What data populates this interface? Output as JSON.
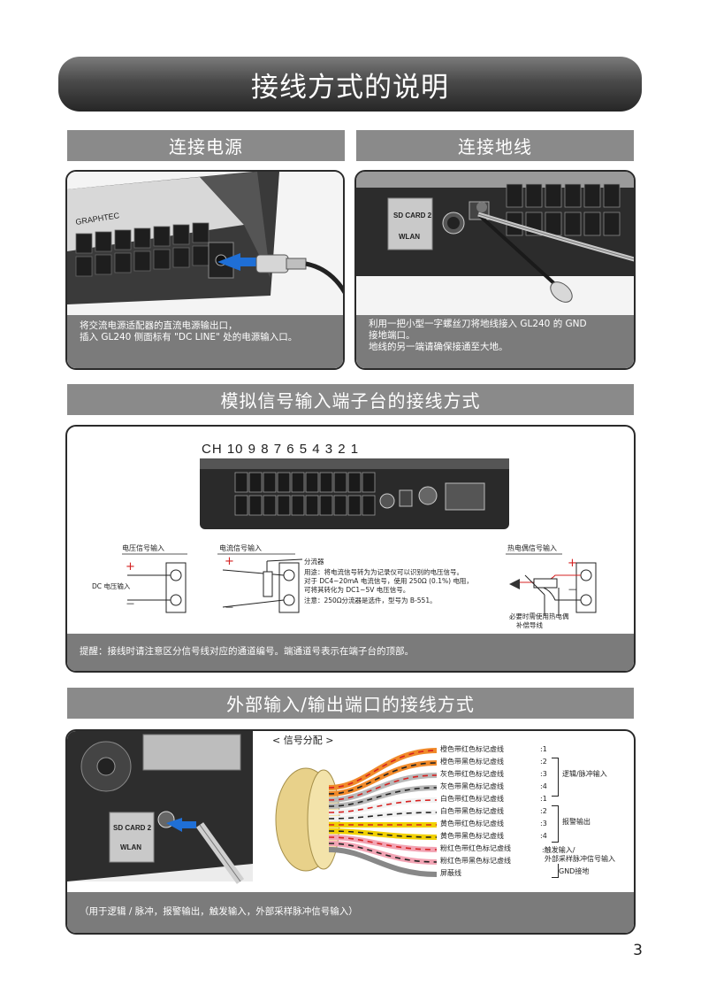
{
  "title": "接线方式的说明",
  "power": {
    "heading": "连接电源",
    "caption": [
      "将交流电源适配器的直流电源输出口，",
      "插入 GL240 侧面标有 \"DC LINE\" 处的电源输入口。"
    ],
    "photo_text": {
      "brand": "GRAPHTEC"
    }
  },
  "ground": {
    "heading": "连接地线",
    "caption": [
      "利用一把小型一字螺丝刀将地线接入 GL240 的 GND",
      "接地端口。",
      "地线的另一端请确保接通至大地。"
    ],
    "photo_text": {
      "sd": "SD CARD 2",
      "wlan": "WLAN"
    }
  },
  "analog": {
    "heading": "模拟信号输入端子台的接线方式",
    "channel_label": "CH 10 9 8 7 6 5 4 3 2 1",
    "voltage": {
      "title": "电压信号输入",
      "plus": "+",
      "minus": "－",
      "label": "DC 电压输入"
    },
    "current": {
      "title": "电流信号输入",
      "plus": "+",
      "minus": "－",
      "lines": [
        "分流器",
        "用途：将电流信号转为为记录仪可以识别的电压信号。",
        "对于 DC4~20mA 电流信号，使用 250Ω (0.1%) 电阻，",
        "可将其转化为 DC1~5V 电压信号。",
        "注意：250Ω分流器是选件，型号为 B-551。"
      ]
    },
    "thermo": {
      "title": "热电偶信号输入",
      "plus": "+",
      "minus": "－",
      "lines": [
        "必要时需使用热电偶",
        "补偿导线"
      ]
    },
    "caption": "提醒：接线时请注意区分信号线对应的通道编号。端通道号表示在端子台的顶部。"
  },
  "io": {
    "heading": "外部输入/输出端口的接线方式",
    "signal_title": "< 信号分配 >",
    "wires": [
      {
        "label": "橙色带红色标记虚线",
        "pin": ":1",
        "color": "#f08a2a",
        "mark": "#d62020"
      },
      {
        "label": "橙色带黑色标记虚线",
        "pin": ":2",
        "color": "#f08a2a",
        "mark": "#222222"
      },
      {
        "label": "灰色带红色标记虚线",
        "pin": ":3",
        "color": "#b8b8b8",
        "mark": "#d62020"
      },
      {
        "label": "灰色带黑色标记虚线",
        "pin": ":4",
        "color": "#b8b8b8",
        "mark": "#222222"
      },
      {
        "label": "白色带红色标记虚线",
        "pin": ":1",
        "color": "#f2f2f2",
        "mark": "#d62020"
      },
      {
        "label": "白色带黑色标记虚线",
        "pin": ":2",
        "color": "#f2f2f2",
        "mark": "#222222"
      },
      {
        "label": "黄色带红色标记虚线",
        "pin": ":3",
        "color": "#f1d000",
        "mark": "#d62020"
      },
      {
        "label": "黄色带黑色标记虚线",
        "pin": ":4",
        "color": "#f1d000",
        "mark": "#222222"
      },
      {
        "label": "粉红色带红色标记虚线",
        "pin": "",
        "color": "#f2a4b4",
        "mark": "#d62020"
      },
      {
        "label": "粉红色带黑色标记虚线",
        "pin": "",
        "color": "#f2a4b4",
        "mark": "#222222"
      },
      {
        "label": "屏蔽线",
        "pin": "",
        "color": "#888888",
        "mark": "#888888"
      }
    ],
    "groups": {
      "logic": "逻辑/脉冲输入",
      "alarm": "报警输出",
      "trigger": ":触发输入/",
      "trigger2": "外部采样脉冲信号输入",
      "gnd": "GND接地"
    },
    "photo_text": {
      "sd": "SD CARD 2",
      "wlan": "WLAN"
    },
    "caption": "（用于逻辑 / 脉冲，报警输出，触发输入，外部采样脉冲信号输入）"
  },
  "page_number": "3"
}
